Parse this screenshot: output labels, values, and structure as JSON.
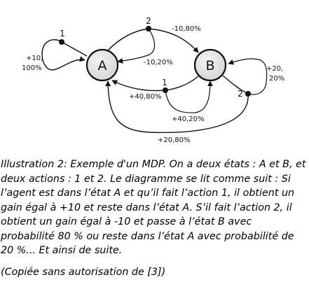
{
  "diagram": {
    "states": {
      "a": "A",
      "b": "B"
    },
    "actions": {
      "a1": "1",
      "a2": "2",
      "b1": "1",
      "b2": "2"
    },
    "edges": {
      "a1_self": [
        "+10,",
        "100%"
      ],
      "a2_to_b": "-10,80%",
      "a2_to_a": "-10,20%",
      "b1_to_a": "+40,80%",
      "b1_to_b": "+40,20%",
      "b2_to_b": [
        "+20,",
        "20%"
      ],
      "b2_to_a": "+20,80%"
    }
  },
  "caption": "Illustration 2: Exemple d'un MDP. On a deux états : A et B, et deux actions : 1 et 2. Le diagramme se lit comme suit : Si l’agent est dans l’état A et qu’il fait l’action 1, il obtient un gain égal à +10 et reste dans l’état A. S’il fait l’action 2, il obtient un gain égal à -10 et passe à l’état B avec probabilité 80 % ou reste dans l’état A avec probabilité de 20 %... Et ainsi de suite.",
  "source": "(Copiée sans autorisation de [3])"
}
